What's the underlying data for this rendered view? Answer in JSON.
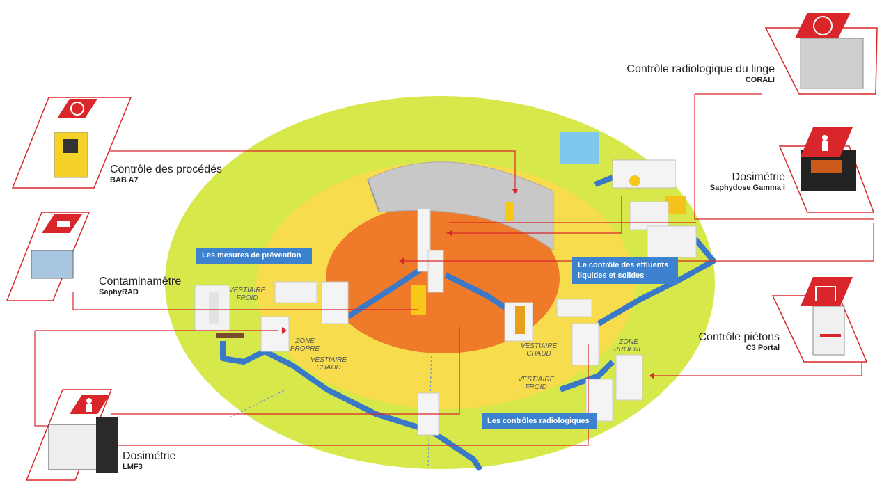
{
  "products": [
    {
      "title": "Contrôle des procédés",
      "model": "BAB A7",
      "icon": "radiation-icon"
    },
    {
      "title": "Contaminamètre",
      "model": "SaphyRAD",
      "icon": "hands-contamination-icon"
    },
    {
      "title": "Dosimétrie",
      "model": "LMF3",
      "icon": "person-dosimetry-icon"
    },
    {
      "title": "Contrôle radiologique  du linge",
      "model": "CORALI",
      "icon": "radiation-icon"
    },
    {
      "title": "Dosimétrie",
      "model": "Saphydose Gamma i",
      "icon": "person-dosimetry-icon"
    },
    {
      "title": "Contrôle piétons",
      "model": "C3 Portal",
      "icon": "portal-icon"
    }
  ],
  "callouts": {
    "prevention": "Les mesures de prévention",
    "effluents_1": "Le contrôle des effluents",
    "effluents_2": "liquides et solides",
    "controls": "Les contrôles radiologiques"
  },
  "zones": {
    "vestiaire_froid_left_1": "VESTIAIRE",
    "vestiaire_froid_left_2": "FROID",
    "zone_propre_left_1": "ZONE",
    "zone_propre_left_2": "PROPRE",
    "vestiaire_chaud_left_1": "VESTIAIRE",
    "vestiaire_chaud_left_2": "CHAUD",
    "vestiaire_chaud_right_1": "VESTIAIRE",
    "vestiaire_chaud_right_2": "CHAUD",
    "zone_propre_right_1": "ZONE",
    "zone_propre_right_2": "PROPRE",
    "vestiaire_froid_right_1": "VESTIAIRE",
    "vestiaire_froid_right_2": "FROID"
  },
  "colors": {
    "outer_zone": "#d6e84a",
    "middle_zone": "#f7dc4e",
    "inner_zone": "#ee7a2a",
    "accent_red": "#d9262b",
    "path_blue": "#3a78c8",
    "callout_blue": "#3d82cf"
  }
}
